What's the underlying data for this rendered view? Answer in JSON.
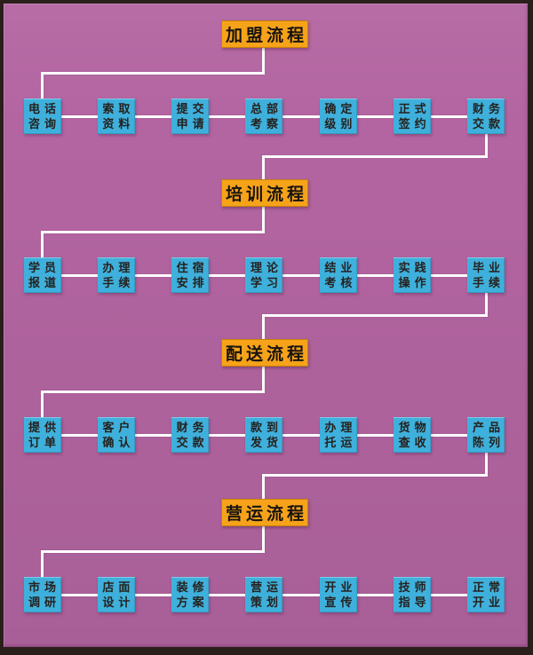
{
  "colors": {
    "background": "#b365a1",
    "frame": "#2b1f1b",
    "title_bg": "#f6a31a",
    "title_text": "#171310",
    "step_bg": "#3fb0dc",
    "step_text": "#26211e",
    "connector": "#ffffff"
  },
  "sections": [
    {
      "title": "加盟流程",
      "steps": [
        {
          "line1": "电话",
          "line2": "咨询"
        },
        {
          "line1": "索取",
          "line2": "资料"
        },
        {
          "line1": "提交",
          "line2": "申请"
        },
        {
          "line1": "总部",
          "line2": "考察"
        },
        {
          "line1": "确定",
          "line2": "级别"
        },
        {
          "line1": "正式",
          "line2": "签约"
        },
        {
          "line1": "财务",
          "line2": "交款"
        }
      ]
    },
    {
      "title": "培训流程",
      "steps": [
        {
          "line1": "学员",
          "line2": "报道"
        },
        {
          "line1": "办理",
          "line2": "手续"
        },
        {
          "line1": "住宿",
          "line2": "安排"
        },
        {
          "line1": "理论",
          "line2": "学习"
        },
        {
          "line1": "结业",
          "line2": "考核"
        },
        {
          "line1": "实践",
          "line2": "操作"
        },
        {
          "line1": "毕业",
          "line2": "手续"
        }
      ]
    },
    {
      "title": "配送流程",
      "steps": [
        {
          "line1": "提供",
          "line2": "订单"
        },
        {
          "line1": "客户",
          "line2": "确认"
        },
        {
          "line1": "财务",
          "line2": "交款"
        },
        {
          "line1": "款到",
          "line2": "发货"
        },
        {
          "line1": "办理",
          "line2": "托运"
        },
        {
          "line1": "货物",
          "line2": "查收"
        },
        {
          "line1": "产品",
          "line2": "陈列"
        }
      ]
    },
    {
      "title": "营运流程",
      "steps": [
        {
          "line1": "市场",
          "line2": "调研"
        },
        {
          "line1": "店面",
          "line2": "设计"
        },
        {
          "line1": "装修",
          "line2": "方案"
        },
        {
          "line1": "营运",
          "line2": "策划"
        },
        {
          "line1": "开业",
          "line2": "宣传"
        },
        {
          "line1": "技师",
          "line2": "指导"
        },
        {
          "line1": "正常",
          "line2": "开业"
        }
      ]
    }
  ]
}
